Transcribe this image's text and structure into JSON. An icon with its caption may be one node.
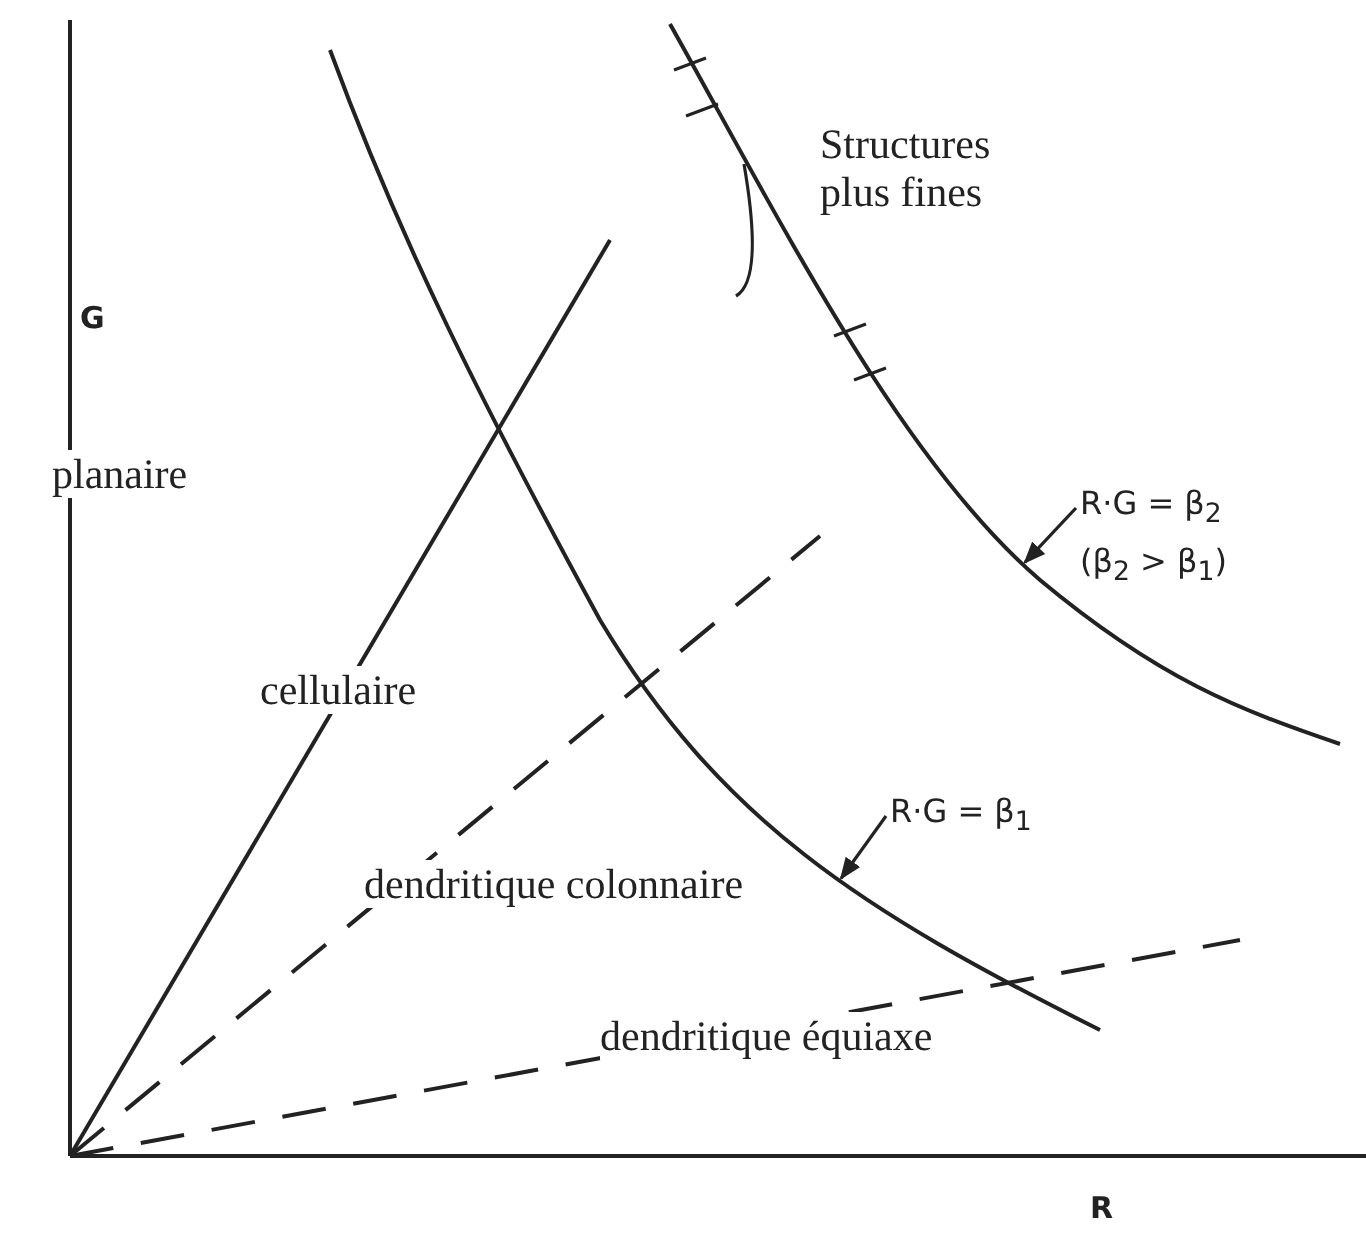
{
  "diagram": {
    "nodes": [
      {
        "text": [
          "R·G = β$_{2}$",
          "(β$_{2}$ > β$_{1}$)"
        ]
      },
      {
        "text": [
          "R·G = β$_{1}$"
        ]
      }
    ],
    "edges": [
      {
        "from": 0,
        "to": null,
        "arrow": "to"
      },
      {
        "from": 1,
        "to": null,
        "arrow": "to"
      }
    ],
    "labels": [
      "G",
      "Structures plus fines",
      "planaire",
      "cellulaire",
      "dendritique colonnaire",
      "dendritique équiaxe",
      "R"
    ]
  }
}
